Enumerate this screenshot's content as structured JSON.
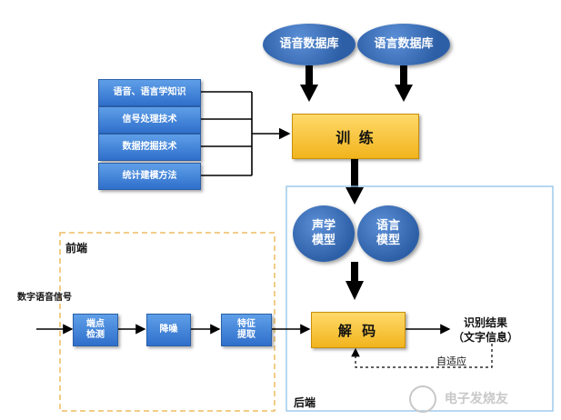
{
  "databases": {
    "speech": "语音数据库",
    "language": "语言数据库"
  },
  "knowledge_sources": [
    "语音、语言学知识",
    "信号处理技术",
    "数据挖掘技术",
    "统计建模方法"
  ],
  "training": "训 练",
  "models": {
    "acoustic": "声学\n模型",
    "language": "语言\n模型"
  },
  "frontend": {
    "title": "前端",
    "input_label": "数字语音信号",
    "steps": [
      "端点\n检测",
      "降噪",
      "特征\n提取"
    ]
  },
  "backend": {
    "title": "后端",
    "decode": "解 码",
    "result": "识别结果\n（文字信息）",
    "adapt": "自适应"
  },
  "watermark": "电子发烧友"
}
